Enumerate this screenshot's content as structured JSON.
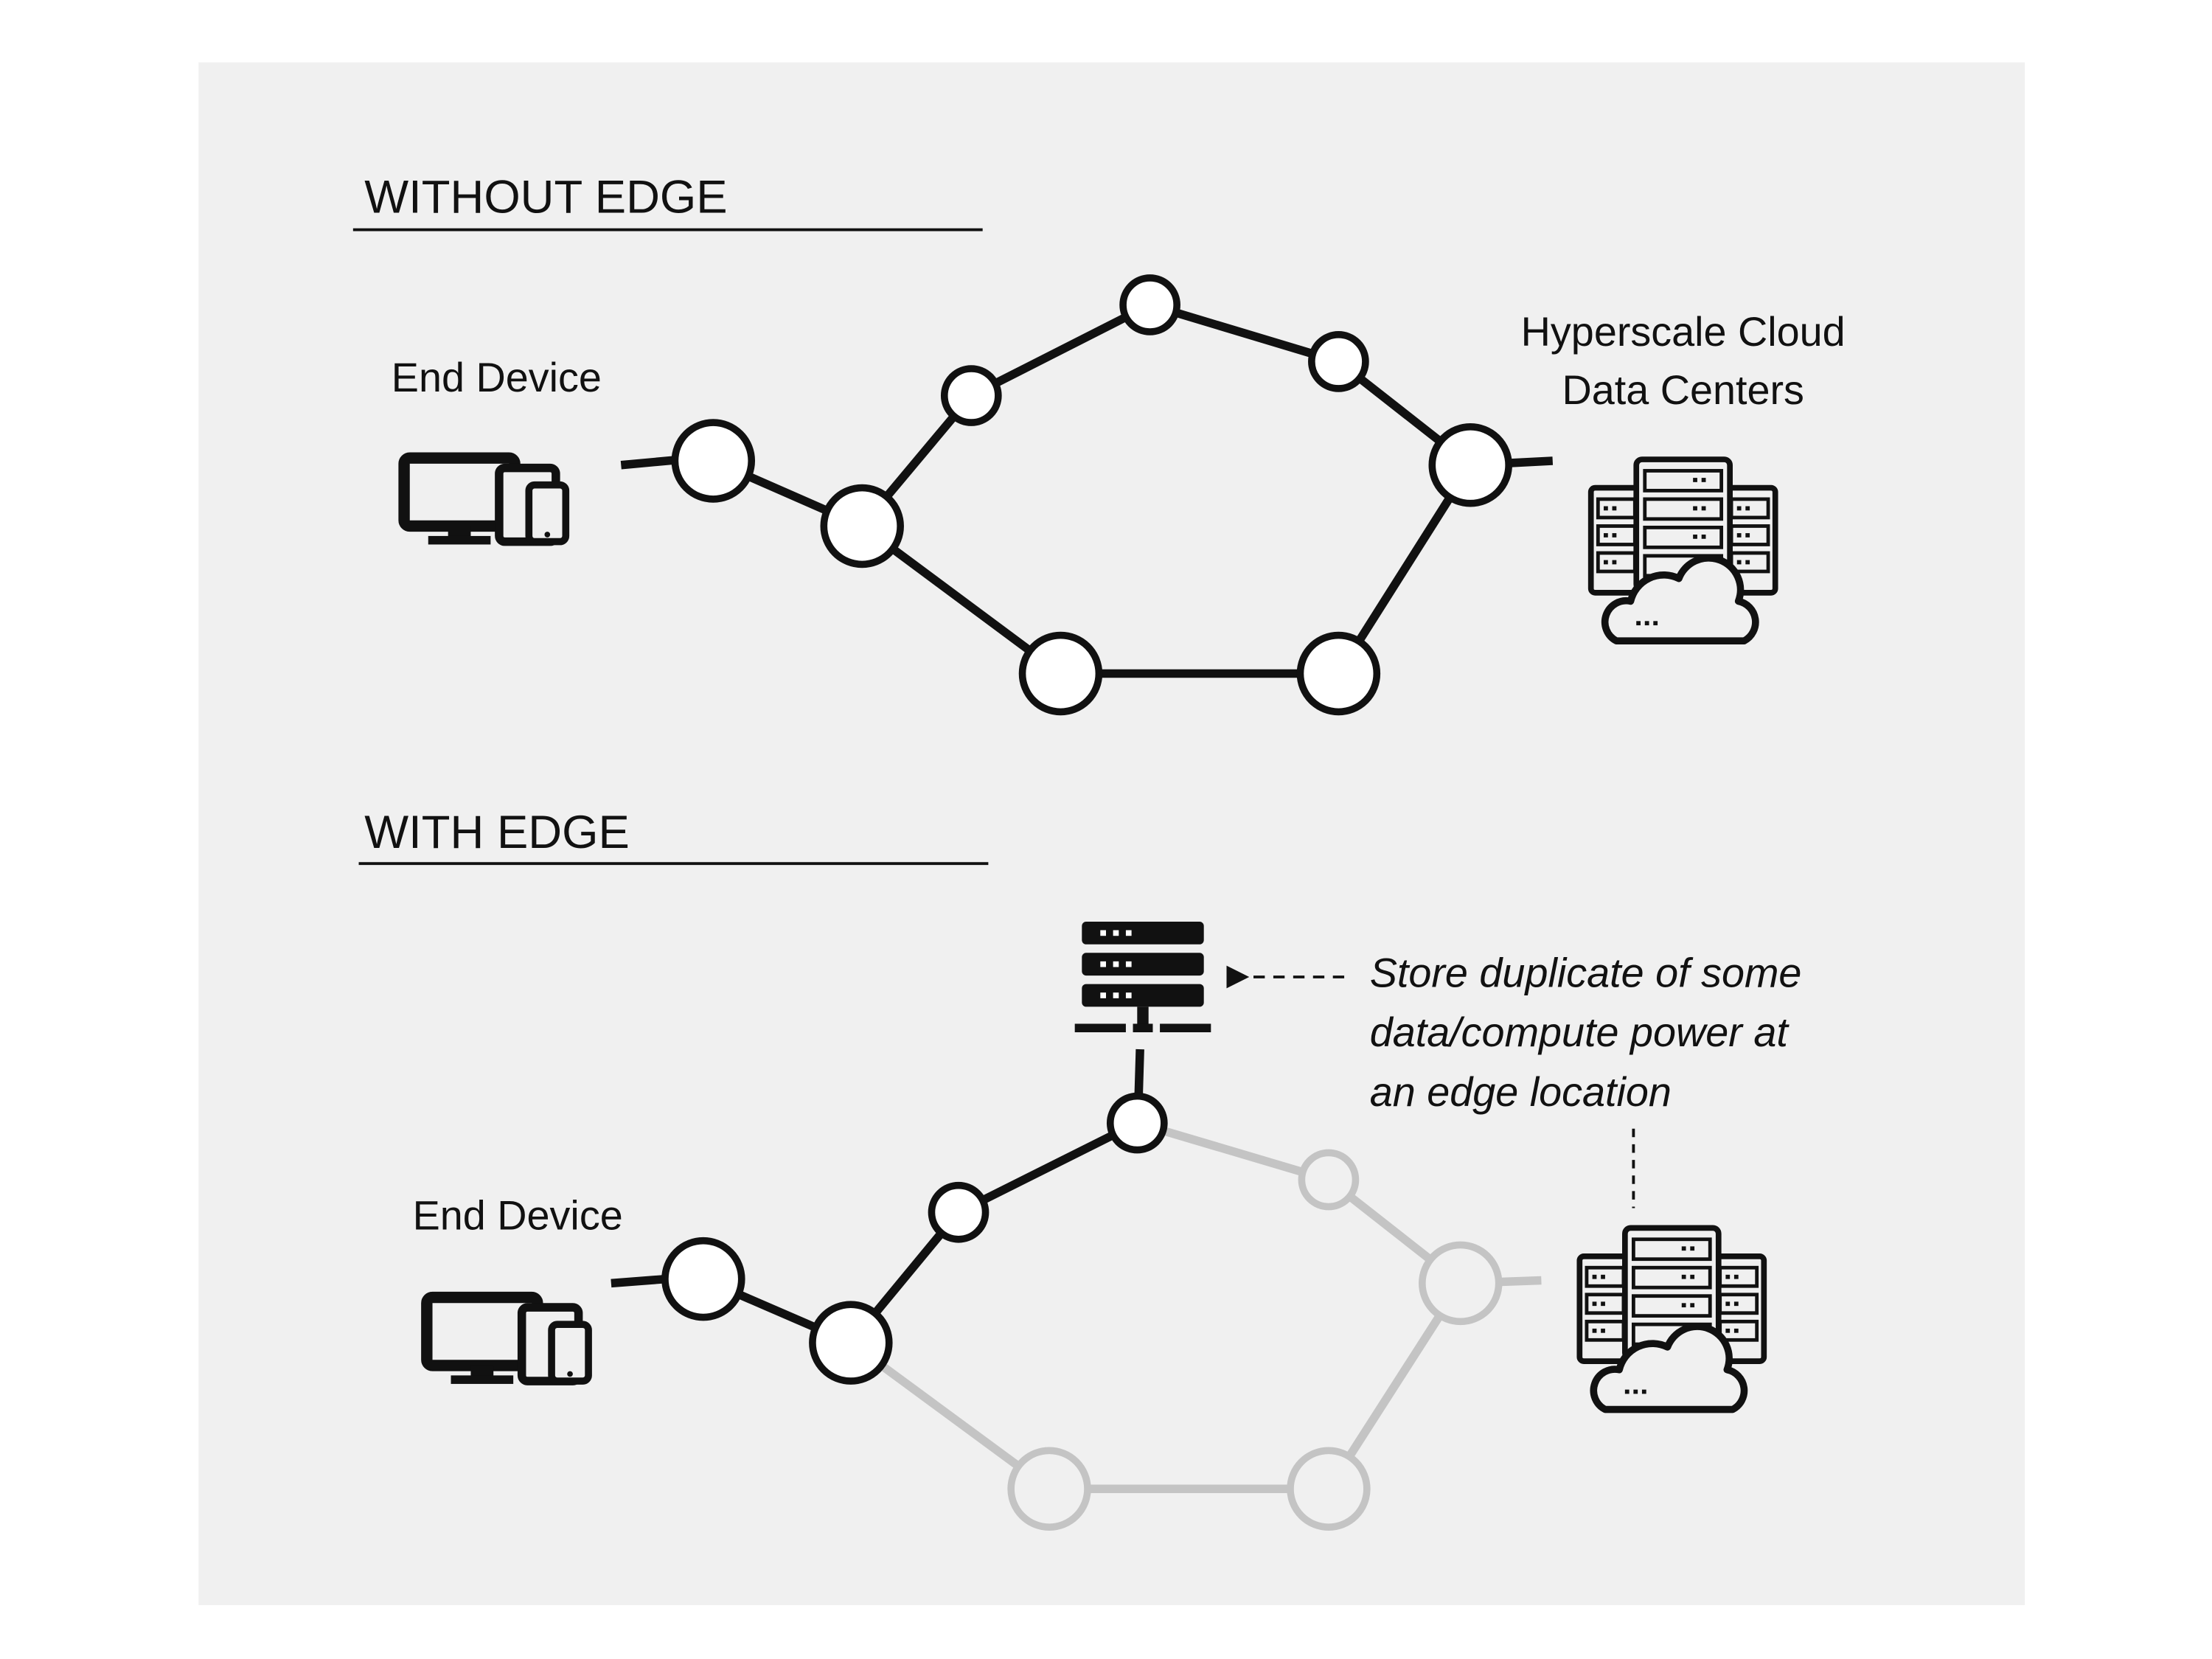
{
  "colors": {
    "background": "#f0f0f0",
    "active": "#111111",
    "inactive": "#c4c4c4",
    "node_fill": "#ffffff"
  },
  "without_edge": {
    "heading": "WITHOUT EDGE",
    "end_device_label": "End Device",
    "cloud_label_line1": "Hyperscale Cloud",
    "cloud_label_line2": "Data Centers",
    "end_device_icon": "devices-icon",
    "cloud_icon": "cloud-datacenter-icon"
  },
  "with_edge": {
    "heading": "WITH EDGE",
    "end_device_label": "End Device",
    "edge_server_icon": "edge-server-icon",
    "cloud_icon": "cloud-datacenter-icon",
    "annotation_line1": "Store duplicate of some",
    "annotation_line2": "data/compute power at",
    "annotation_line3": "an edge location"
  }
}
